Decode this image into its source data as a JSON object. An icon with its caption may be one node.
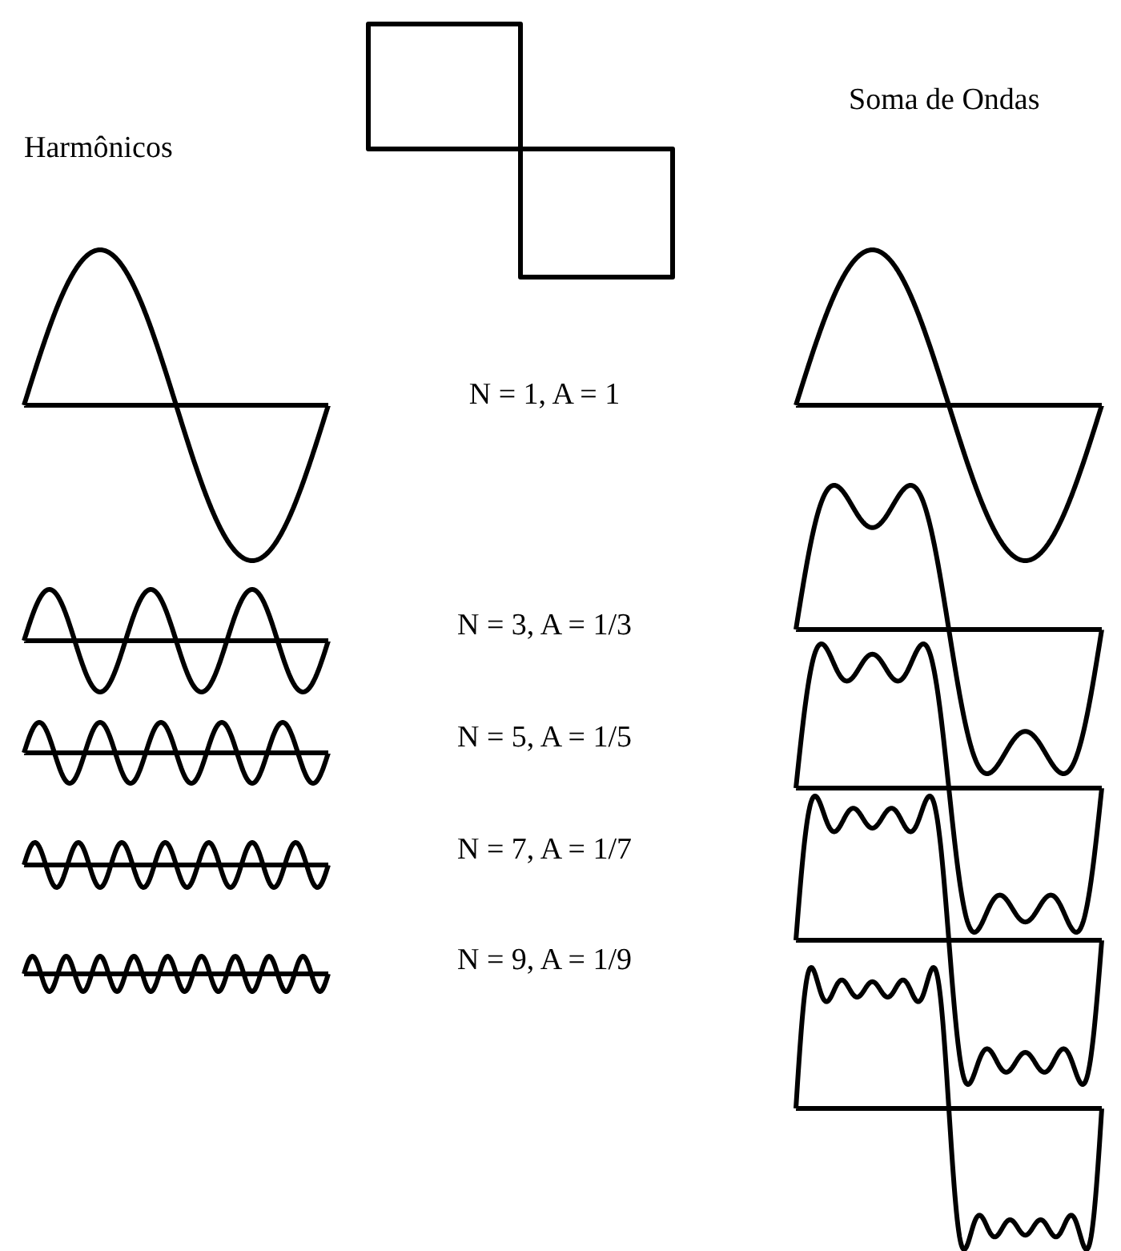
{
  "diagram": {
    "labels": [
      "Harmônicos",
      "Soma de Ondas",
      "N = 1, A = 1",
      "N = 3, A = 1/3",
      "N = 5, A = 1/5",
      "N = 7, A = 1/7",
      "N = 9, A = 1/9"
    ]
  }
}
